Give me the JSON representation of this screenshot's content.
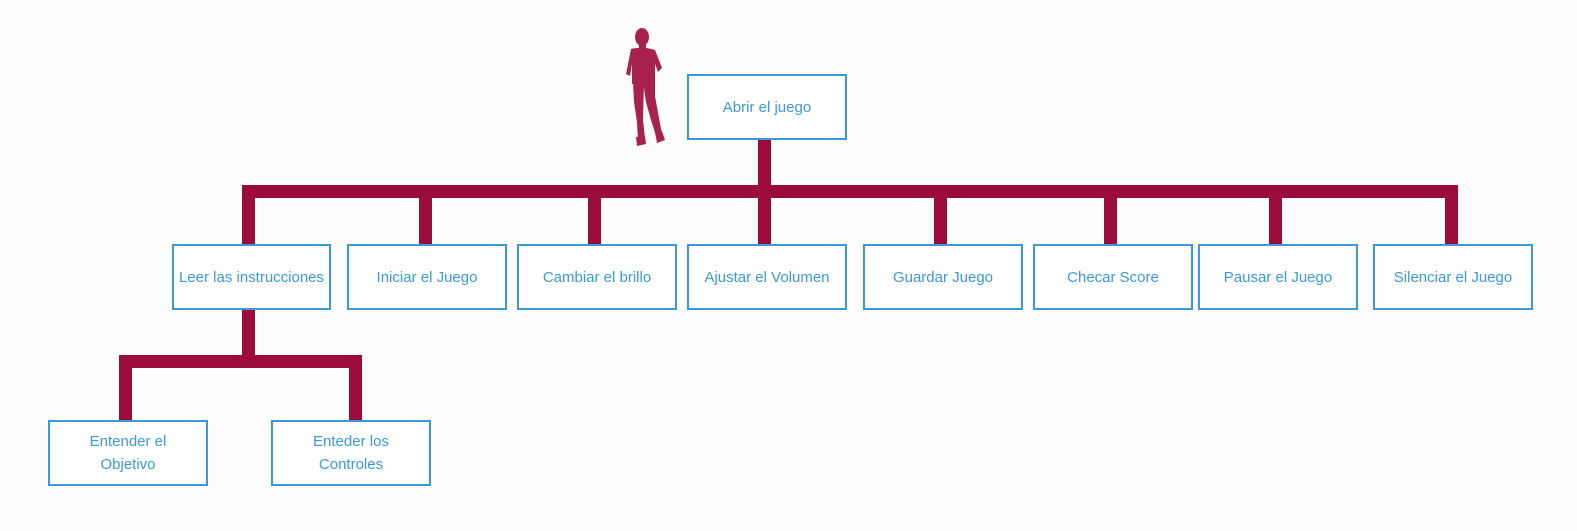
{
  "colors": {
    "box_border": "#3b9ad9",
    "box_text": "#3b9ad9",
    "connector": "#9b0b3c",
    "figure": "#a8224f",
    "background": "#fdfdfd"
  },
  "icons": {
    "actor": "person-silhouette-icon"
  },
  "root": {
    "label": "Abrir el juego"
  },
  "level1": [
    {
      "label": "Leer las instrucciones"
    },
    {
      "label": "Iniciar el Juego"
    },
    {
      "label": "Cambiar el brillo"
    },
    {
      "label": "Ajustar el Volumen"
    },
    {
      "label": "Guardar Juego"
    },
    {
      "label": "Checar Score"
    },
    {
      "label": "Pausar el Juego"
    },
    {
      "label": "Silenciar el Juego"
    }
  ],
  "level2": [
    {
      "label": "Entender el Objetivo"
    },
    {
      "label": "Enteder los Controles"
    }
  ]
}
